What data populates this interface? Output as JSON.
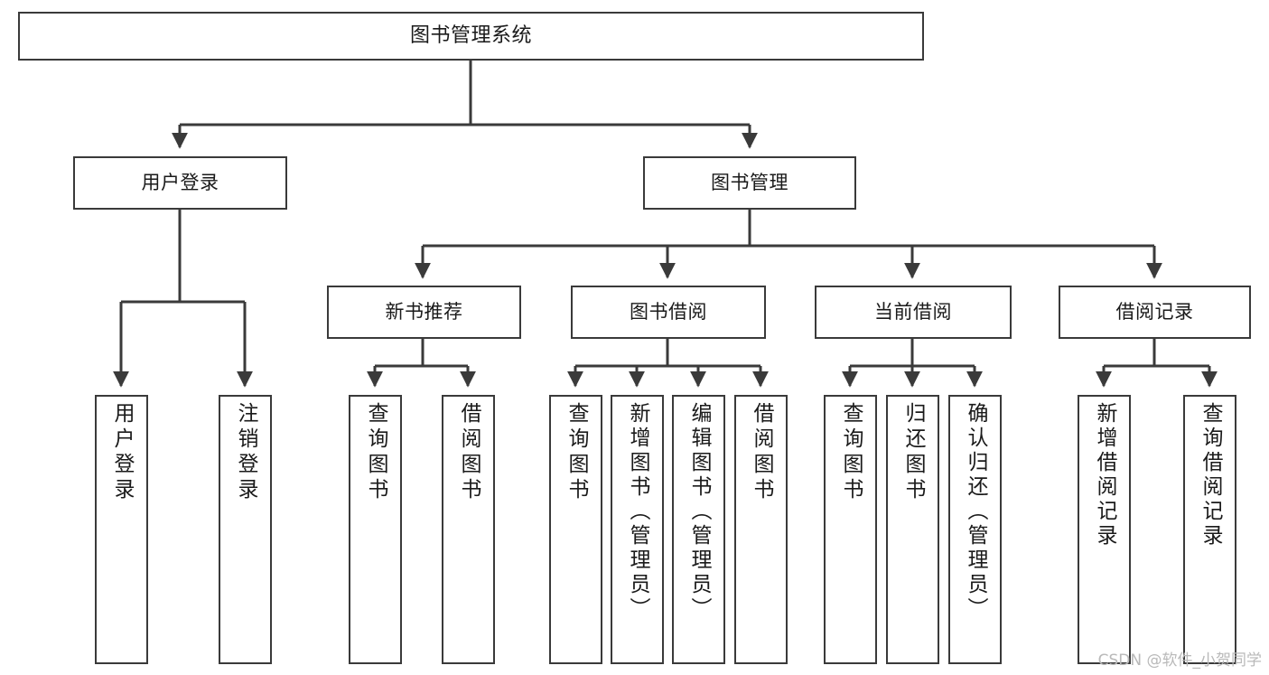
{
  "diagram": {
    "title": "图书管理系统",
    "type": "功能结构图",
    "watermark": "CSDN @软件_小贺同学",
    "accent_color": "#3a3a3a",
    "background_color": "#ffffff",
    "text_color": "#1a1a1a",
    "watermark_color": "#b9b9b9"
  },
  "nodes": {
    "root": {
      "label": "图书管理系统"
    },
    "level2": [
      {
        "label": "用户登录"
      },
      {
        "label": "图书管理"
      }
    ],
    "level3": [
      {
        "label": "新书推荐"
      },
      {
        "label": "图书借阅"
      },
      {
        "label": "当前借阅"
      },
      {
        "label": "借阅记录"
      }
    ],
    "leaves": {
      "user_login": [
        {
          "label": "用户登录"
        },
        {
          "label": "注销登录"
        }
      ],
      "new_book_recommend": [
        {
          "label": "查询图书"
        },
        {
          "label": "借阅图书"
        }
      ],
      "book_borrow": [
        {
          "label": "查询图书"
        },
        {
          "label": "新增图书（管理员）"
        },
        {
          "label": "编辑图书（管理员）"
        },
        {
          "label": "借阅图书"
        }
      ],
      "current_borrow": [
        {
          "label": "查询图书"
        },
        {
          "label": "归还图书"
        },
        {
          "label": "确认归还（管理员）"
        }
      ],
      "borrow_record": [
        {
          "label": "新增借阅记录"
        },
        {
          "label": "查询借阅记录"
        }
      ]
    }
  }
}
